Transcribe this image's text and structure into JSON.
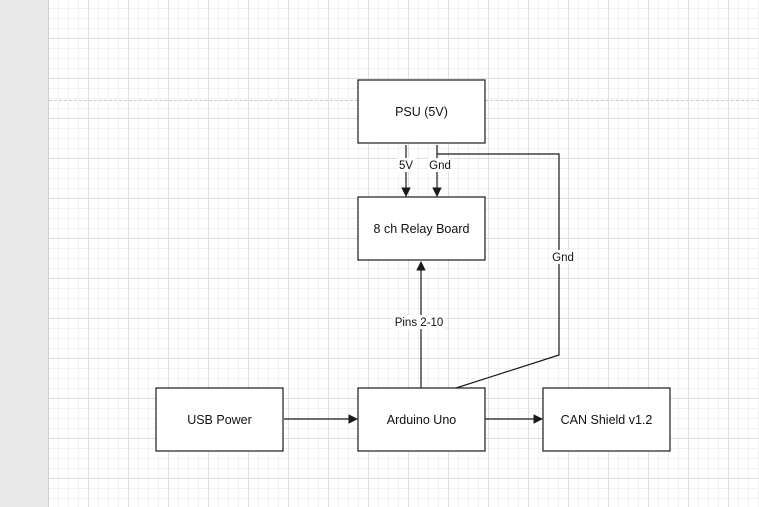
{
  "nodes": {
    "psu": "PSU (5V)",
    "relay": "8 ch Relay Board",
    "usb": "USB Power",
    "arduino": "Arduino Uno",
    "can": "CAN Shield v1.2"
  },
  "edges": {
    "psu_relay_5v": "5V",
    "psu_relay_gnd": "Gnd",
    "psu_arduino_gnd": "Gnd",
    "arduino_relay": "Pins 2-10"
  },
  "colors": {
    "stroke": "#1a1a1a",
    "grid": "#dfdfdf",
    "gutter": "#e9e9e9"
  }
}
